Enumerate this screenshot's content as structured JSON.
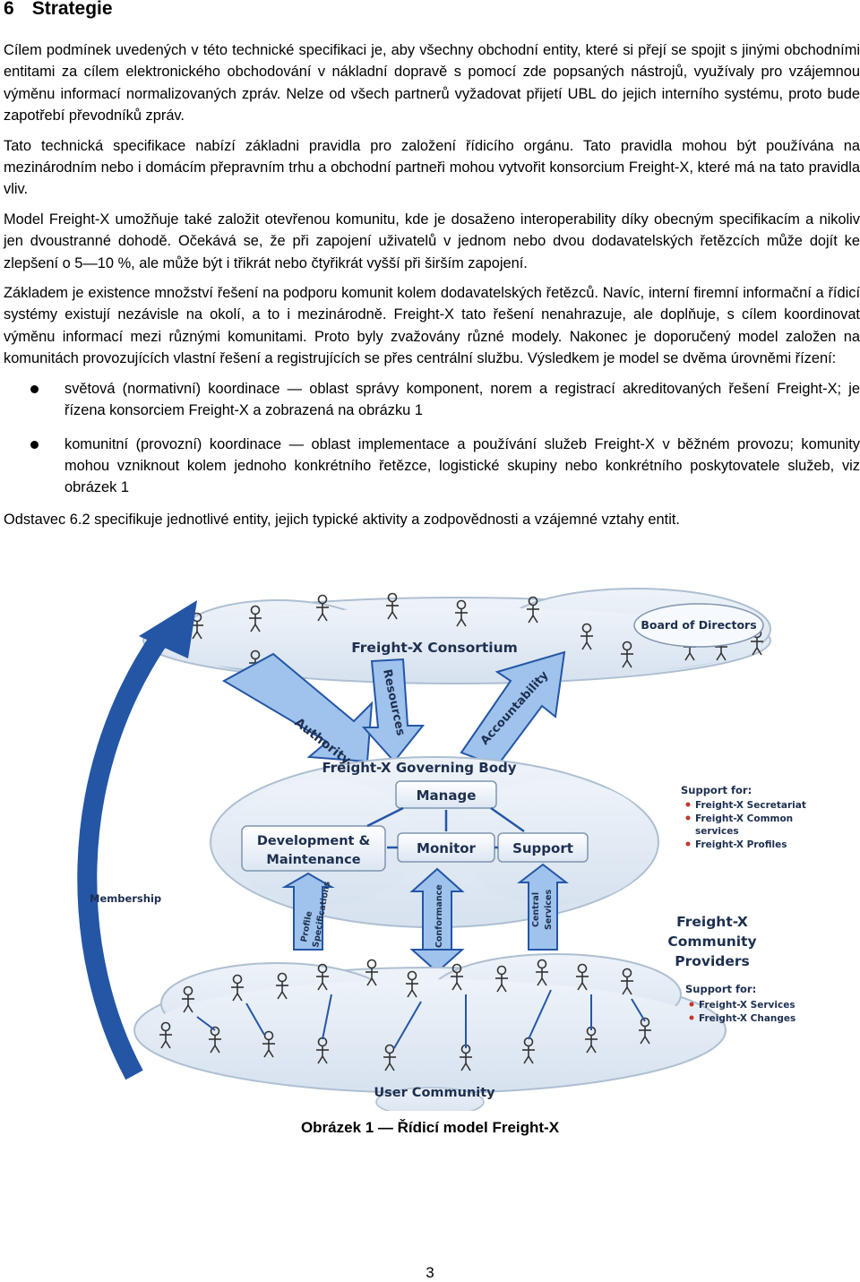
{
  "heading": {
    "number": "6",
    "title": "Strategie"
  },
  "paragraphs": [
    "Cílem podmínek uvedených v této technické specifikaci je, aby všechny obchodní entity, které si přejí se spojit s jinými obchodními entitami za cílem elektronického obchodování v nákladní dopravě s pomocí zde popsaných nástrojů, využívaly pro vzájemnou výměnu informací normalizovaných zpráv. Nelze od všech partnerů vyžadovat přijetí UBL do jejich interního systému, proto bude zapotřebí převodníků zpráv.",
    "Tato technická specifikace nabízí základni pravidla pro založení řídicího orgánu. Tato pravidla mohou být používána na mezinárodním nebo i domácím přepravním trhu a obchodní partneři mohou vytvořit konsorcium Freight-X, které má na tato pravidla vliv.",
    "Model Freight-X umožňuje také založit otevřenou komunitu, kde je dosaženo interoperability díky obecným specifikacím a nikoliv jen dvoustranné dohodě. Očekává se, že při zapojení uživatelů v jednom nebo dvou dodavatelských řetězcích může dojít ke zlepšení o 5—10 %, ale může být i třikrát nebo čtyřikrát vyšší při širším zapojení.",
    "Základem je existence množství řešení na podporu komunit kolem dodavatelských řetězců. Navíc, interní firemní informační a řídicí systémy existují nezávisle na okolí, a to i mezinárodně. Freight-X tato řešení nenahrazuje, ale doplňuje, s cílem koordinovat výměnu informací mezi různými komunitami. Proto byly zvažovány různé modely. Nakonec je doporučený model založen na komunitách provozujících vlastní řešení a registrujících se přes centrální službu. Výsledkem je model se dvěma úrovněmi řízení:"
  ],
  "bullets": [
    "světová (normativní) koordinace — oblast správy komponent, norem a registrací akreditovaných řešení Freight-X; je řízena konsorciem Freight-X a zobrazená na obrázku 1",
    "komunitní (provozní) koordinace — oblast implementace a používání služeb Freight-X v běžném provozu; komunity mohou vzniknout kolem jednoho konkrétního řetězce, logistické skupiny nebo konkrétního poskytovatele služeb, viz obrázek 1"
  ],
  "closing_paragraph": "Odstavec 6.2 specifikuje jednotlivé entity, jejich typické aktivity a zodpovědnosti a vzájemné vztahy entit.",
  "figure": {
    "consortium": "Freight-X Consortium",
    "board": "Board of Directors",
    "authority": "Authority",
    "resources": "Resources",
    "accountability": "Accountability",
    "governing_body": "Freight-X Governing Body",
    "manage": "Manage",
    "development_1": "Development &",
    "development_2": "Maintenance",
    "monitor": "Monitor",
    "support": "Support",
    "membership": "Membership",
    "support_for_title": "Support for:",
    "support_for_items": [
      "Freight-X Secretariat",
      "Freight-X Common",
      "services",
      "Freight-X Profiles"
    ],
    "profile_1": "Profile",
    "profile_2": "Specifications",
    "conformance": "Conformance",
    "central_1": "Central",
    "central_2": "Services",
    "providers_1": "Freight-X",
    "providers_2": "Community",
    "providers_3": "Providers",
    "support_for2_title": "Support for:",
    "support_for2_items": [
      "Freight-X Services",
      "Freight-X Changes"
    ],
    "user_community": "User Community",
    "colors": {
      "cloud": "#e3ecf6",
      "cloud_edge": "#aebfd2",
      "arrow": "#2456a6",
      "arrow_light": "#9fc3ec",
      "bullet_red": "#c0392b"
    }
  },
  "caption": "Obrázek 1 — Řídicí model Freight-X",
  "page_number": "3"
}
